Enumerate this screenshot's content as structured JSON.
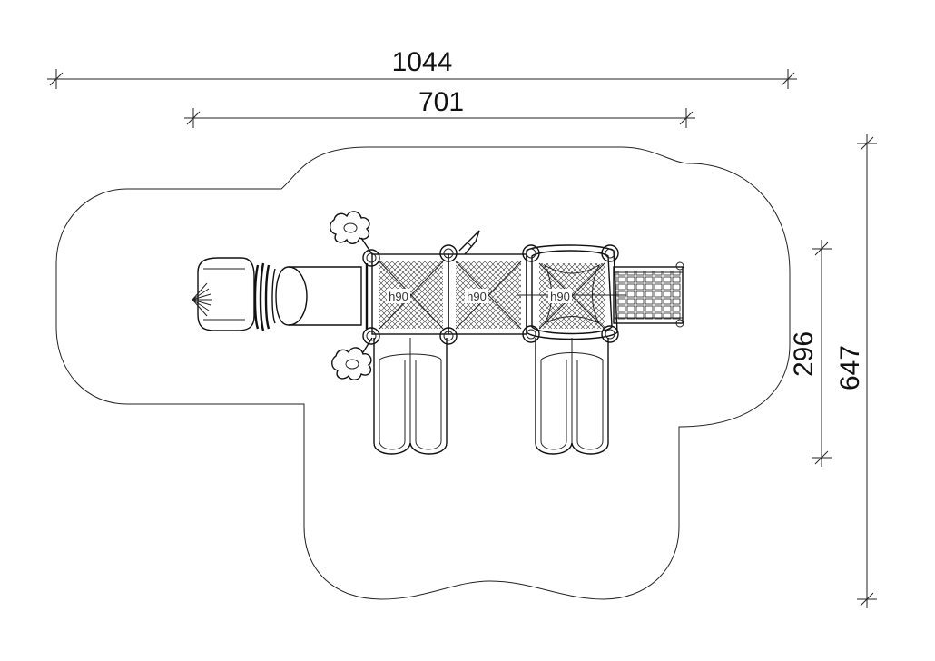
{
  "dimensions": {
    "overall_width": "1044",
    "structure_width": "701",
    "structure_depth": "296",
    "overall_depth": "647"
  },
  "platform_labels": [
    "h90",
    "h90",
    "h90"
  ],
  "colors": {
    "line": "#111111",
    "background": "#ffffff"
  }
}
